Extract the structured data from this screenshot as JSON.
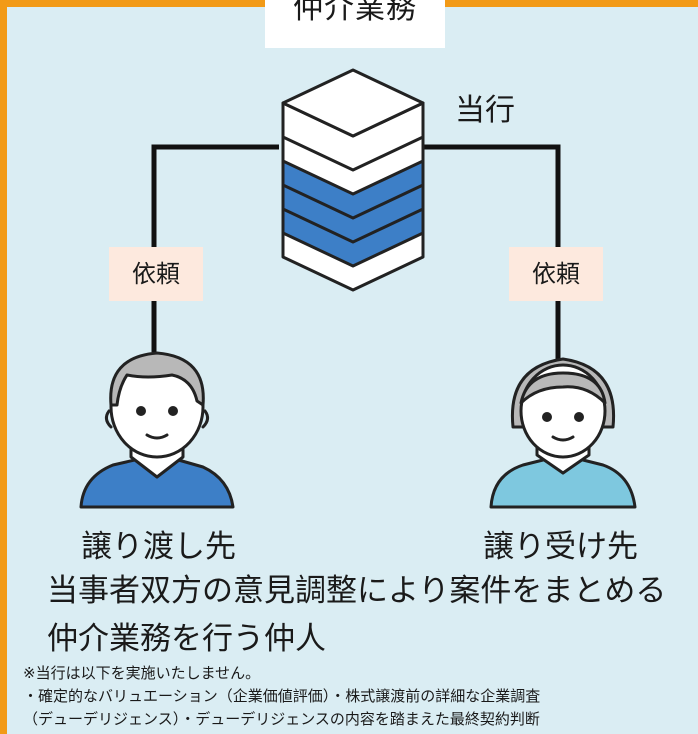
{
  "title": "仲介業務",
  "bank_label": "当行",
  "request_left": "依頼",
  "request_right": "依頼",
  "party_left": "譲り渡し先",
  "party_right": "譲り受け先",
  "description": "当事者双方の意見調整により案件をまとめる仲介業務を行う仲人",
  "note_title": "※当行は以下を実施いたしません。",
  "note_line1": "・確定的なバリュエーション（企業価値評価）・株式譲渡前の詳細な企業調査",
  "note_line2": "（デューデリジェンス）・デューデリジェンスの内容を踏まえた最終契約判断",
  "colors": {
    "border": "#f29a17",
    "background": "#daedf3",
    "stripe": "#3d7fc7",
    "request_bg": "#fde9de"
  }
}
